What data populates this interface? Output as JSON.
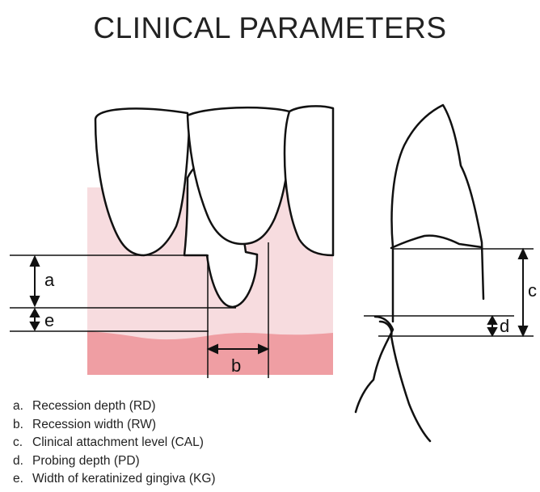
{
  "title": "CLINICAL PARAMETERS",
  "labels": {
    "a": "a",
    "b": "b",
    "c": "c",
    "d": "d",
    "e": "e"
  },
  "legend": [
    {
      "key": "a.",
      "text": "Recession depth (RD)"
    },
    {
      "key": "b.",
      "text": "Recession width (RW)"
    },
    {
      "key": "c.",
      "text": "Clinical attachment level (CAL)"
    },
    {
      "key": "d.",
      "text": "Probing depth (PD)"
    },
    {
      "key": "e.",
      "text": "Width of keratinized gingiva (KG)"
    }
  ],
  "colors": {
    "light_gingiva": "#f7dcdf",
    "keratinized_gingiva": "#ef9ea3",
    "line": "#111111"
  }
}
